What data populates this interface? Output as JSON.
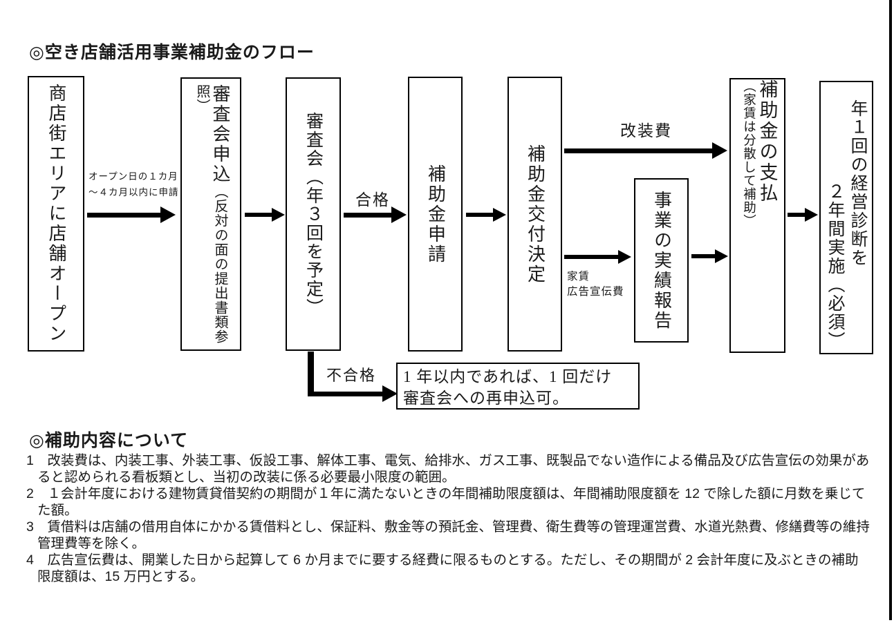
{
  "title": "◎空き店舗活用事業補助金のフロー",
  "flow": {
    "boxes": {
      "open": {
        "text": "商店街エリアに店舗オープン"
      },
      "apply": {
        "main": "審査会申込",
        "sub": "（反対の面の提出書類参照）"
      },
      "review": {
        "text": "審査会（年３回を予定）"
      },
      "subsidy_apply": {
        "text": "補助金申請"
      },
      "grant": {
        "text": "補助金交付決定"
      },
      "report": {
        "text": "事業の実績報告"
      },
      "payment": {
        "main": "補助金の支払",
        "sub": "（家賃は分散して補助）"
      },
      "diagnosis": {
        "line1": "年１回の経営診断を",
        "line2": "２年間実施（必須）"
      }
    },
    "labels": {
      "open_period_line1": "オープン日の１カ月",
      "open_period_line2": "～４カ月以内に申請",
      "pass": "合格",
      "fail": "不合格",
      "renovation": "改装費",
      "rent": "家賃",
      "advertising": "広告宣伝費"
    },
    "fail_note": {
      "line1": "1 年以内であれば、1 回だけ",
      "line2": "審査会への再申込可。"
    }
  },
  "notes": {
    "heading": "◎補助内容について",
    "items": [
      {
        "lines": [
          "1　改装費は、内装工事、外装工事、仮設工事、解体工事、電気、給排水、ガス工事、既製品でない造作による備品及び広告宣伝の効果があ",
          "ると認められる看板類とし、当初の改装に係る必要最小限度の範囲。"
        ]
      },
      {
        "lines": [
          "2　１会計年度における建物賃貸借契約の期間が１年に満たないときの年間補助限度額は、年間補助限度額を 12 で除した額に月数を乗じて",
          "た額。"
        ]
      },
      {
        "lines": [
          "3　賃借料は店舗の借用自体にかかる賃借料とし、保証料、敷金等の預託金、管理費、衛生費等の管理運営費、水道光熱費、修繕費等の維持",
          "管理費等を除く。"
        ]
      },
      {
        "lines": [
          "4　広告宣伝費は、開業した日から起算して 6 か月までに要する経費に限るものとする。ただし、その期間が 2 会計年度に及ぶときの補助",
          "限度額は、15 万円とする。"
        ]
      }
    ]
  }
}
